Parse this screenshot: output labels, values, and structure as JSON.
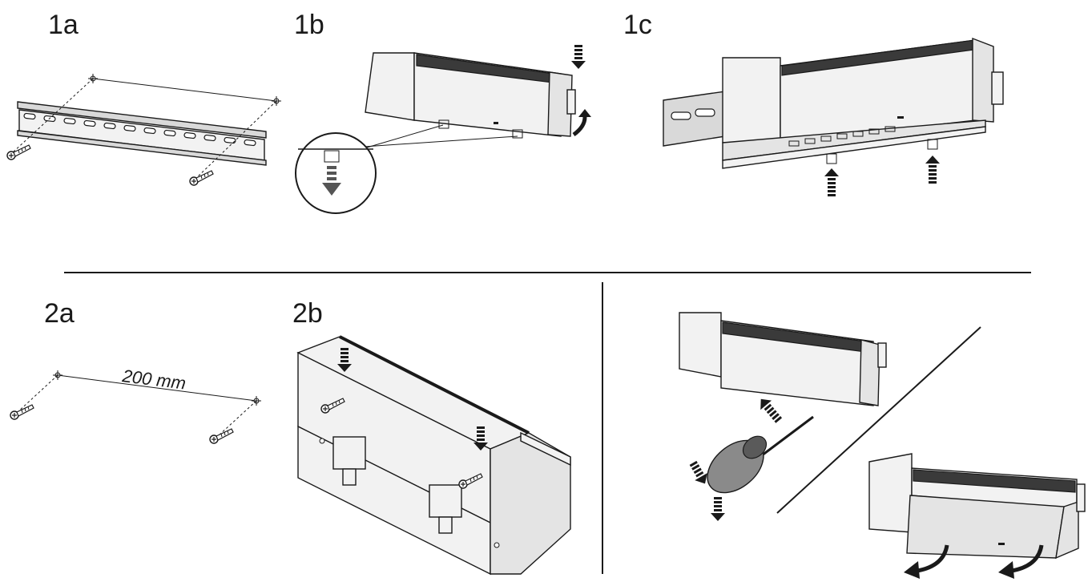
{
  "steps": {
    "s1a": "1a",
    "s1b": "1b",
    "s1c": "1c",
    "s2a": "2a",
    "s2b": "2b"
  },
  "dimension_label": "200 mm",
  "colors": {
    "ink": "#1a1a1a",
    "housing": "#f2f2f2",
    "housing_shade": "#e4e4e4",
    "top_strip": "#3a3a3a",
    "rail": "#d9d9d9",
    "screwdriver_handle": "#8a8a8a"
  },
  "icons": [
    "screw-icon",
    "dashed-push-arrow-icon",
    "curved-arrow-icon",
    "screwdriver-icon",
    "magnifier-detail-icon"
  ]
}
